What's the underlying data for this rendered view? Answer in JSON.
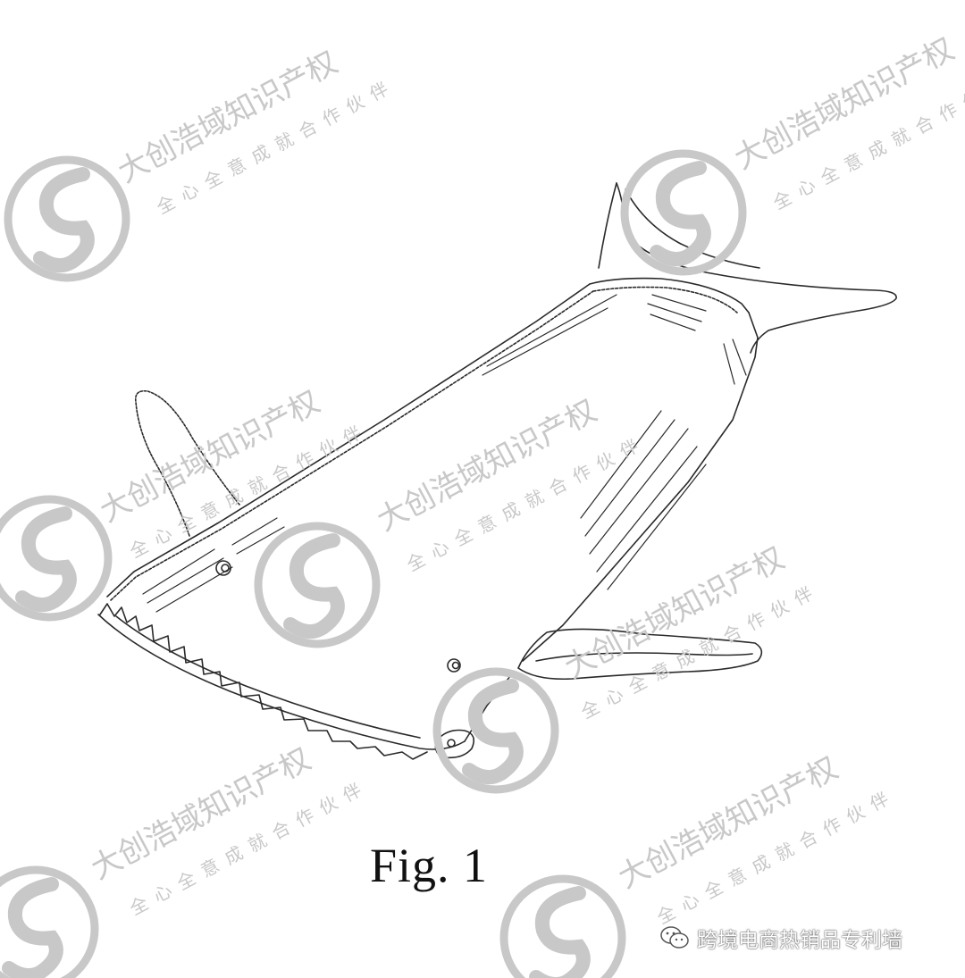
{
  "figure": {
    "caption": "Fig. 1"
  },
  "watermark": {
    "company_line": "大创浩域知识产权",
    "tagline": "全心全意成就合作伙伴",
    "logo_icon": "brand-s-logo-icon",
    "color": "#c8c8c8"
  },
  "account": {
    "icon": "wechat-icon",
    "name": "跨境电商热销品专利墙"
  },
  "colors": {
    "line": "#2a2a2a",
    "watermark": "#c8c8c8"
  }
}
